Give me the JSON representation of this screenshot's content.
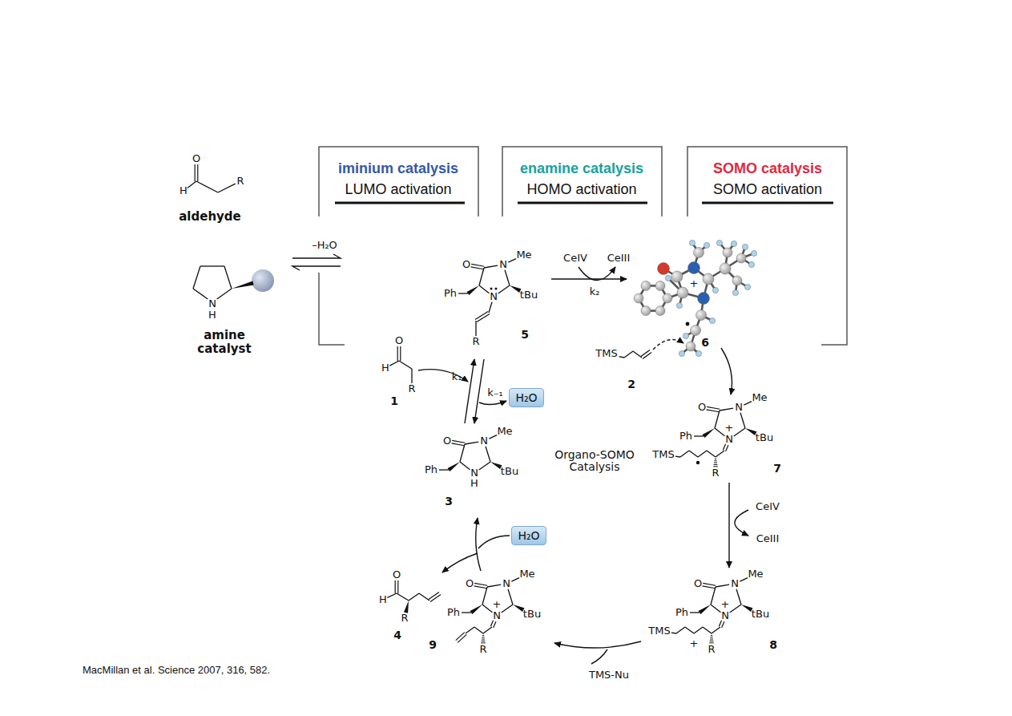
{
  "diagram": {
    "caption": "MacMillan et al. Science 2007, 316, 582.",
    "nodes": [
      {
        "text": [
          "iminium catalysis",
          "LUMO activation"
        ]
      },
      {
        "text": [
          "enamine catalysis",
          "HOMO activation"
        ]
      },
      {
        "text": [
          "SOMO catalysis",
          "SOMO activation"
        ]
      },
      {
        "text": [
          "H₂O"
        ]
      },
      {
        "text": [
          "H₂O"
        ]
      }
    ],
    "labels": [
      "O",
      "H",
      "R",
      "aldehyde",
      "N",
      "H",
      "amine catalyst",
      "–H₂O",
      "O",
      "N",
      "Me",
      "tBu",
      "N",
      "Ph",
      "R",
      "5",
      "CeIV",
      "CeIII",
      "k₂",
      "+",
      "6",
      "TMS",
      "2",
      "O",
      "H",
      "R",
      "1",
      "k₁",
      "k₋₁",
      "O",
      "N",
      "Me",
      "tBu",
      "N",
      "Ph",
      "H",
      "3",
      "Organo-SOMO Catalysis",
      "O",
      "N",
      "Me",
      "tBu",
      "N",
      "Ph",
      "+",
      "TMS",
      "R",
      "7",
      "CeIV",
      "CeIII",
      "O",
      "N",
      "Me",
      "tBu",
      "N",
      "Ph",
      "+",
      "TMS",
      "+",
      "R",
      "8",
      "O",
      "N",
      "Me",
      "tBu",
      "N",
      "Ph",
      "+",
      "R",
      "9",
      "TMS-Nu",
      "O",
      "H",
      "R",
      "4"
    ]
  }
}
